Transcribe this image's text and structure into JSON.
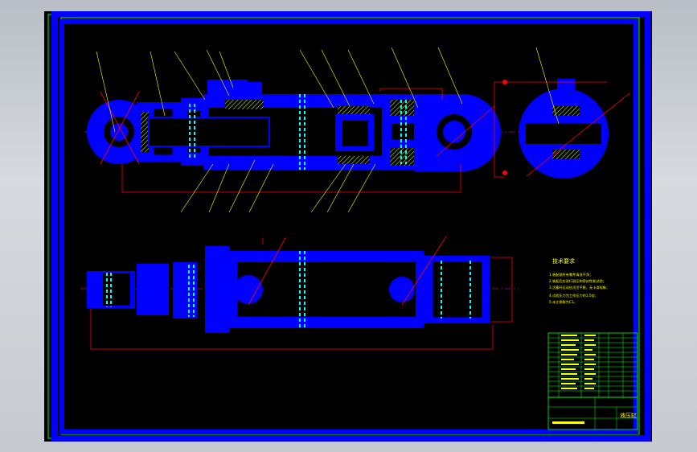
{
  "drawing": {
    "tech_requirements_title": "技术要求",
    "tech_requirements": [
      "1.装配前所有零件清洗干净；",
      "2.装配后应进行耐压和密封性能试验；",
      "3.活塞杆运动应灵活平稳，无卡滞现象；",
      "4.试验压力为工作压力的1.5倍；",
      "5.未注倒角为C1。"
    ],
    "title_block_name": "液压缸",
    "colors": {
      "sheet": "#000000",
      "frame": "#0000ff",
      "border_line": "#00ff00",
      "part_fill": "#0000ff",
      "bolt_lines": "#00ffff",
      "hatch": "#9acd32",
      "dimensions": "#ff0000",
      "leaders": "#ffff00"
    }
  }
}
